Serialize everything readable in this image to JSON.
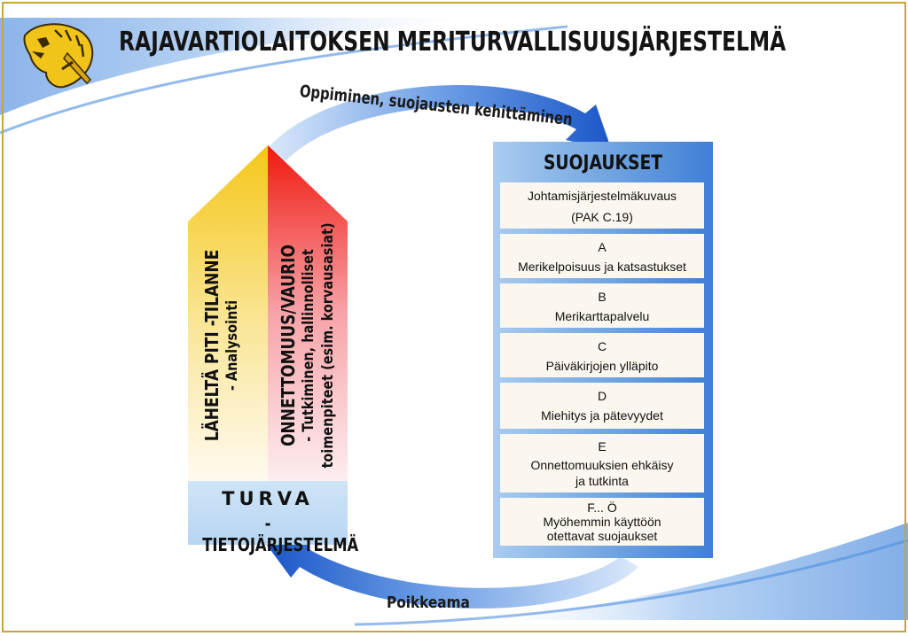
{
  "title": "RAJAVARTIOLAITOKSEN MERITURVALLISUUSJÄRJESTELMÄ",
  "arrows": {
    "top": "Oppiminen, suojausten kehittäminen",
    "bottom": "Poikkeama"
  },
  "house": {
    "left": {
      "line1": "LÄHELTÄ PITI -TILANNE",
      "line2": "- Analysointi"
    },
    "right": {
      "line1": "ONNETTOMUUS/VAURIO",
      "line2": "- Tutkiminen, hallinnolliset",
      "line3": "toimenpiteet (esim. korvausasiat)"
    },
    "base": {
      "line1": "TURVA",
      "line2": "-TIETOJÄRJESTELMÄ"
    },
    "colors": {
      "left": "#f6d23a",
      "right": "#f1231e"
    }
  },
  "safeguards": {
    "title": "SUOJAUKSET",
    "items": [
      {
        "lines": [
          "Johtamisjärjestelmäkuvaus",
          "(PAK C.19)"
        ]
      },
      {
        "lines": [
          "A",
          "Merikelpoisuus ja katsastukset"
        ]
      },
      {
        "lines": [
          "B",
          "Merikarttapalvelu"
        ]
      },
      {
        "lines": [
          "C",
          "Päiväkirjojen ylläpito"
        ]
      },
      {
        "lines": [
          "D",
          "Miehitys ja pätevyydet"
        ]
      },
      {
        "lines": [
          "E",
          "Onnettomuuksien ehkäisy",
          "ja tutkinta"
        ]
      },
      {
        "lines": [
          "F... Ö",
          "Myöhemmin käyttöön",
          "otettavat suojaukset"
        ]
      }
    ]
  },
  "colors": {
    "arrow": "#1f5fcf",
    "accent_blue": "#3f7fd6",
    "logo_gold": "#f0c419"
  },
  "icons": {
    "logo": "lion-emblem-icon"
  }
}
